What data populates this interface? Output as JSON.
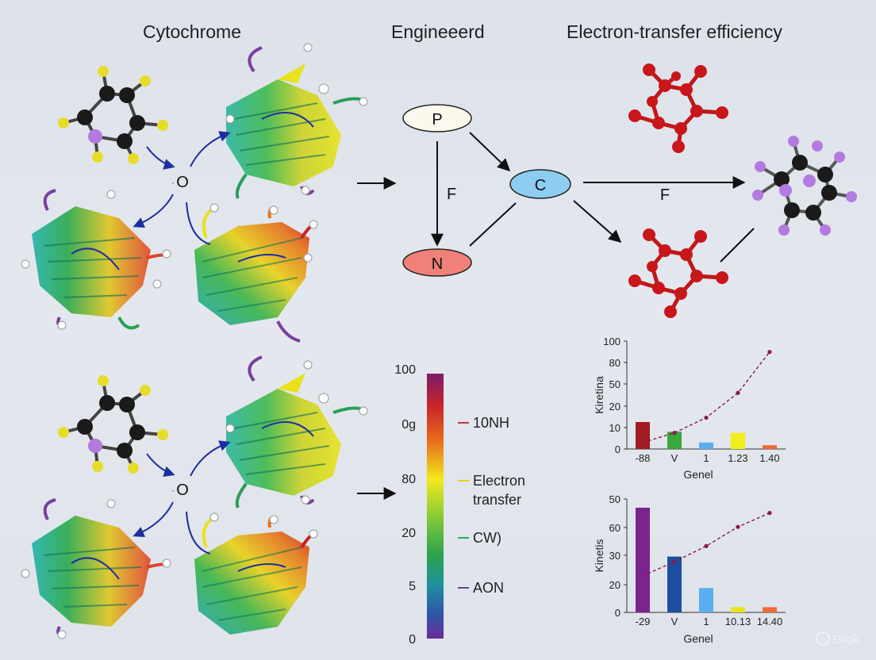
{
  "headings": {
    "left": "Cytochrome",
    "middle": "Engineeerd",
    "right": "Electron-transfer efficiency"
  },
  "hub_label": "O",
  "flow": {
    "nodes": {
      "p": "P",
      "c": "C",
      "n": "N"
    },
    "edge_labels": {
      "p_to_n": "F",
      "c_to_product": "F"
    }
  },
  "colorbar": {
    "ticks": [
      "100",
      "0g",
      "80",
      "20",
      "5",
      "0"
    ],
    "legend": [
      {
        "label": "10NH",
        "color": "#c0392b"
      },
      {
        "label": "Electron\ntransfer",
        "color": "#e6d21a"
      },
      {
        "label": "CW)",
        "color": "#27ae60"
      },
      {
        "label": "AON",
        "color": "#6b3fa0"
      }
    ]
  },
  "watermark": "Grok",
  "chart_data": [
    {
      "type": "bar",
      "ylabel": "Kiretina",
      "xlabel": "Genel",
      "categories": [
        "-88",
        "V",
        "1",
        "1.23",
        "1.40"
      ],
      "y_ticks": [
        "0",
        "10",
        "20",
        "50",
        "80",
        "100"
      ],
      "values": [
        25,
        16,
        6,
        15,
        3.5
      ],
      "colors": [
        "#a11d21",
        "#3aa83a",
        "#5aaef0",
        "#f2ee1c",
        "#ee6a3a"
      ],
      "line_values": [
        6,
        15,
        29,
        52,
        90
      ]
    },
    {
      "type": "bar",
      "ylabel": "Kinetis",
      "xlabel": "Genel",
      "categories": [
        "-29",
        "V",
        "1",
        "10.13",
        "14.40"
      ],
      "y_ticks": [
        "0",
        "20",
        "30",
        "60",
        "50"
      ],
      "values": [
        60,
        32,
        14,
        3,
        3
      ],
      "colors": [
        "#7b2490",
        "#1d4fa0",
        "#5aaef0",
        "#e9e21c",
        "#ee6a3a"
      ],
      "line_values": [
        21,
        29,
        38,
        49,
        57
      ]
    }
  ]
}
